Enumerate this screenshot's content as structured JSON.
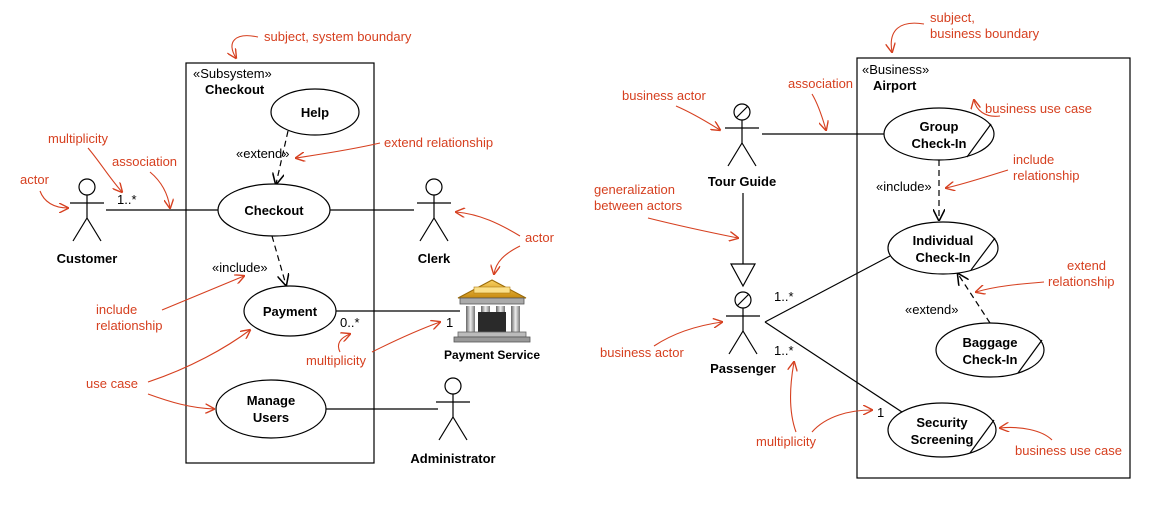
{
  "left": {
    "stereotype": "«Subsystem»",
    "name": "Checkout",
    "use_cases": {
      "help": "Help",
      "checkout": "Checkout",
      "payment": "Payment",
      "manage_1": "Manage",
      "manage_2": "Users"
    },
    "actors": {
      "customer": "Customer",
      "clerk": "Clerk",
      "payment_service": "Payment Service",
      "administrator": "Administrator"
    },
    "relations": {
      "extend": "«extend»",
      "include": "«include»",
      "mult_customer": "1..*",
      "mult_payment": "0..*",
      "mult_service": "1"
    },
    "notes": {
      "subject": "subject, system boundary",
      "multiplicity_top": "multiplicity",
      "association": "association",
      "actor_left": "actor",
      "extend_rel": "extend relationship",
      "actor_right": "actor",
      "include_1": "include",
      "include_2": "relationship",
      "use_case": "use case",
      "multiplicity_bottom": "multiplicity"
    }
  },
  "right": {
    "stereotype": "«Business»",
    "name": "Airport",
    "use_cases": {
      "group_1": "Group",
      "group_2": "Check-In",
      "individual_1": "Individual",
      "individual_2": "Check-In",
      "baggage_1": "Baggage",
      "baggage_2": "Check-In",
      "security_1": "Security",
      "security_2": "Screening"
    },
    "actors": {
      "tour_guide": "Tour Guide",
      "passenger": "Passenger"
    },
    "relations": {
      "include": "«include»",
      "extend": "«extend»",
      "mult_top": "1..*",
      "mult_bottom": "1..*",
      "mult_security": "1"
    },
    "notes": {
      "subject_1": "subject,",
      "subject_2": "business boundary",
      "business_actor_top": "business actor",
      "association": "association",
      "business_use_case_top": "business use case",
      "include_1": "include",
      "include_2": "relationship",
      "generalization_1": "generalization",
      "generalization_2": "between actors",
      "extend_1": "extend",
      "extend_2": "relationship",
      "business_actor_bottom": "business actor",
      "multiplicity": "multiplicity",
      "business_use_case_bottom": "business use case"
    }
  },
  "colors": {
    "annotation": "#d64020",
    "stroke": "#000000",
    "bank_gold": "#e8b020"
  }
}
